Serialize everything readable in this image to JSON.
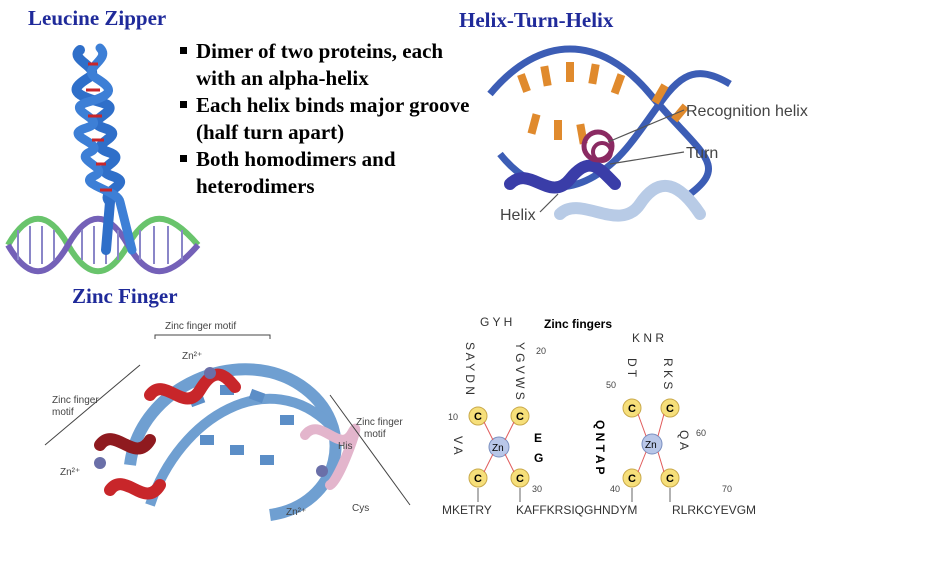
{
  "headings": {
    "leucine_zipper": "Leucine Zipper",
    "helix_turn_helix": "Helix-Turn-Helix",
    "zinc_finger": "Zinc Finger"
  },
  "bullets": [
    "Dimer of two proteins, each with an alpha-helix",
    "Each helix binds major groove (half turn apart)",
    "Both homodimers and heterodimers"
  ],
  "htn_labels": {
    "recognition_helix": "Recognition helix",
    "turn": "Turn",
    "helix": "Helix"
  },
  "zinc_structure_labels": {
    "zinc_finger_motif_top": "Zinc finger motif",
    "zn_top": "Zn²⁺",
    "zinc_finger_motif_left_line1": "Zinc finger",
    "zinc_finger_motif_left_line2": "motif",
    "zn_left": "Zn²⁺",
    "zinc_finger_motif_right_line1": "Zinc finger",
    "zinc_finger_motif_right_line2": "motif",
    "his": "His",
    "zn_bottom": "Zn²⁺",
    "cys": "Cys"
  },
  "zinc_sequence": {
    "title": "Zinc fingers",
    "zn": "Zn",
    "cys": "C",
    "left_top": "G Y H",
    "left_seq": "MKETRY",
    "mid_seq": "KAFFKRSIQGHNDYM",
    "right_seq": "RLRKCYEVGM",
    "num_10": "10",
    "num_20": "20",
    "num_30": "30",
    "num_40": "40",
    "num_50": "50",
    "num_60": "60",
    "num_70": "70",
    "left_col_a": "S A Y D N",
    "left_col_b": "V A",
    "mid_col": "Y G V W S",
    "mid_letters_e": "E",
    "mid_letters_g": "G",
    "right_top": "K N R",
    "right_col_a": "D T",
    "right_col_b": "R K S",
    "right_bold": "Q N T A P",
    "right_side": "Q A"
  },
  "colors": {
    "heading": "#1f2a9a",
    "helix_blue": "#2f6fc9",
    "helix_red": "#c8262a",
    "dna_green": "#69c46c",
    "dna_purple": "#7461b8",
    "htn_dna": "#3c5db5",
    "htn_base": "#e08a2d",
    "recognition": "#8a2a62",
    "turn": "#3a3da8",
    "zn_sphere": "#6a6fa8",
    "cys_circle": "#f6df7a",
    "zn_circle": "#b9c7e8"
  }
}
